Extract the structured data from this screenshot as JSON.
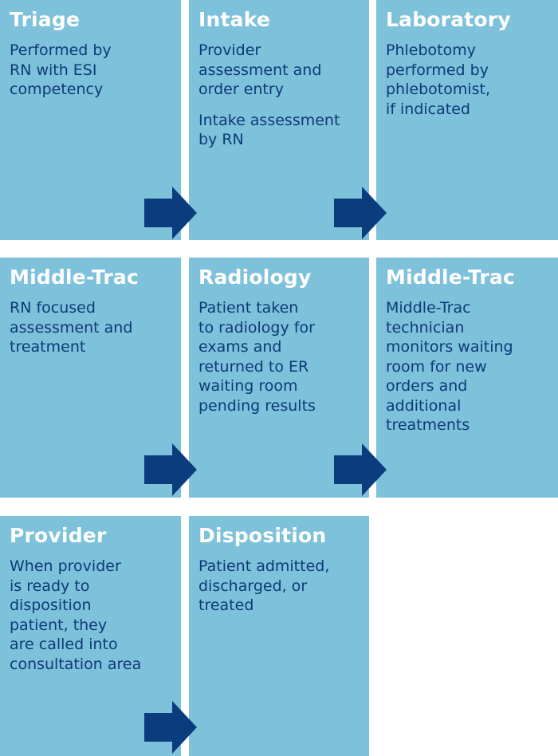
{
  "steps": [
    {
      "title": "Triage",
      "body": [
        "Performed by\nRN with ESI\ncompetency"
      ]
    },
    {
      "title": "Intake",
      "body": [
        "Provider\nassessment and\norder entry",
        "Intake assessment\nby RN"
      ]
    },
    {
      "title": "Laboratory",
      "body": [
        "Phlebotomy\nperformed by\nphlebotomist,\nif indicated"
      ]
    },
    {
      "title": "Middle-Trac",
      "body": [
        "RN focused\nassessment and\ntreatment"
      ]
    },
    {
      "title": "Radiology",
      "body": [
        "Patient taken\nto radiology for\nexams and\nreturned to ER\nwaiting room\npending results"
      ]
    },
    {
      "title": "Middle-Trac",
      "body": [
        "Middle-Trac\ntechnician\nmonitors waiting\nroom for new\norders and\nadditional\ntreatments"
      ]
    },
    {
      "title": "Provider",
      "body": [
        "When provider\nis ready to\ndisposition\npatient, they\nare called into\nconsultation area"
      ]
    },
    {
      "title": "Disposition",
      "body": [
        "Patient admitted,\ndischarged, or\ntreated"
      ]
    }
  ],
  "colors": {
    "box_fill": "#7dc1da",
    "title_text": "#ffffff",
    "body_text": "#0e3a78",
    "arrow_fill": "#0b3d7e"
  },
  "arrow_icon": "right-arrow-icon"
}
